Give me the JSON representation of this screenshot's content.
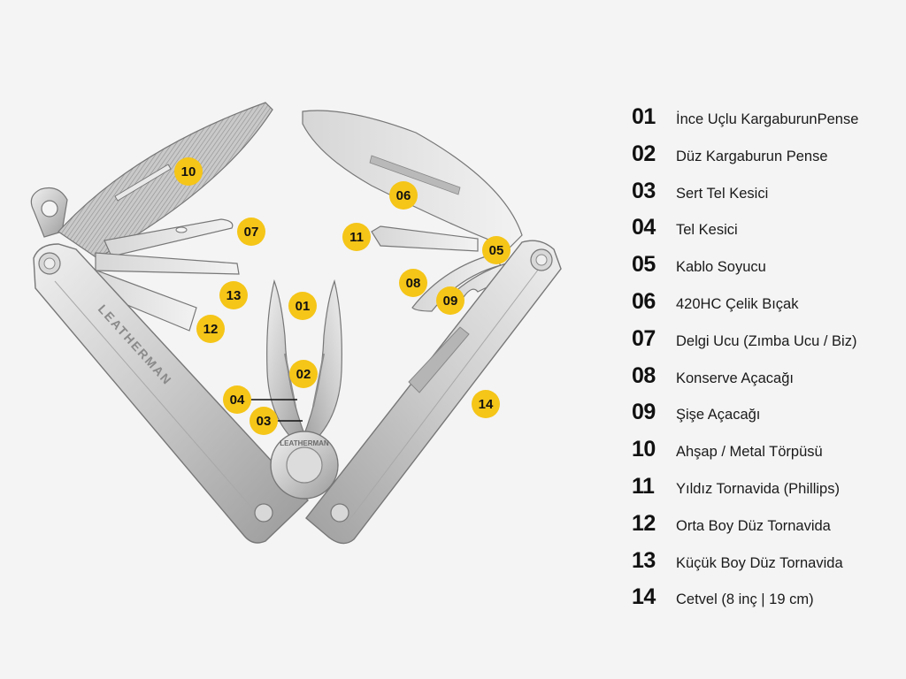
{
  "colors": {
    "background": "#f4f4f4",
    "callout_fill": "#f5c518",
    "steel_light": "#e2e2e2",
    "steel_mid": "#c4c4c4",
    "steel_dark": "#8e8e8e",
    "text": "#111111"
  },
  "handle_engraving": "LEATHERMAN",
  "pivot_engraving": "LEATHERMAN",
  "parts": [
    {
      "num": "01",
      "label": "İnce Uçlu KargaburunPense"
    },
    {
      "num": "02",
      "label": "Düz Kargaburun Pense"
    },
    {
      "num": "03",
      "label": "Sert Tel Kesici"
    },
    {
      "num": "04",
      "label": "Tel Kesici"
    },
    {
      "num": "05",
      "label": "Kablo Soyucu"
    },
    {
      "num": "06",
      "label": "420HC Çelik Bıçak"
    },
    {
      "num": "07",
      "label": "Delgi Ucu (Zımba Ucu / Biz)"
    },
    {
      "num": "08",
      "label": "Konserve Açacağı"
    },
    {
      "num": "09",
      "label": "Şişe Açacağı"
    },
    {
      "num": "10",
      "label": "Ahşap / Metal Törpüsü"
    },
    {
      "num": "11",
      "label": "Yıldız Tornavida (Phillips)"
    },
    {
      "num": "12",
      "label": "Orta Boy Düz Tornavida"
    },
    {
      "num": "13",
      "label": "Küçük Boy Düz Tornavida"
    },
    {
      "num": "14",
      "label": "Cetvel (8 inç | 19 cm)"
    }
  ]
}
